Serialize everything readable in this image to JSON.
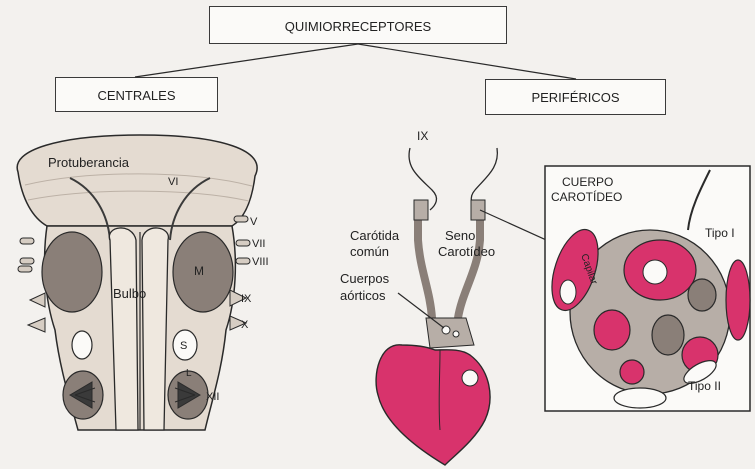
{
  "title": "QUIMIORRECEPTORES",
  "central": {
    "heading": "CENTRALES",
    "labels": {
      "protuberancia": "Protuberancia",
      "vi": "VI",
      "v": "V",
      "vii": "VII",
      "viii": "VIII",
      "ix": "IX",
      "x": "X",
      "xii": "XII",
      "m": "M",
      "bulbo": "Bulbo",
      "s": "S",
      "l": "L"
    }
  },
  "peripheral": {
    "heading": "PERIFÉRICOS",
    "labels": {
      "ix": "IX",
      "carotida_line1": "Carótida",
      "carotida_line2": "común",
      "seno_line1": "Seno",
      "seno_line2": "Carotídeo",
      "cuerpos_line1": "Cuerpos",
      "cuerpos_line2": "aórticos"
    },
    "inset": {
      "title_line1": "CUERPO",
      "title_line2": "CAROTÍDEO",
      "tipo1": "Tipo I",
      "tipo2": "Tipo II",
      "capilar": "Capilar"
    }
  },
  "colors": {
    "magenta": "#d8336c",
    "gray_dark": "#8a7f78",
    "gray_mid": "#b7aea7",
    "beige": "#e9e1d8",
    "line": "#2a2a2a"
  }
}
